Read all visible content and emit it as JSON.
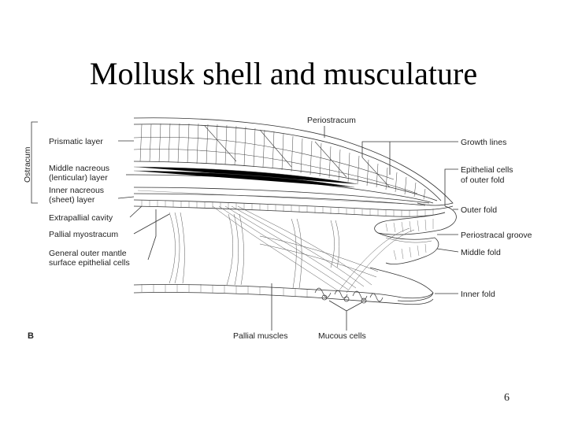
{
  "title": "Mollusk shell and musculature",
  "page_number": "6",
  "panel_letter": "B",
  "labels": {
    "ostracum": "Ostracum",
    "periostracum": "Periostracum",
    "prismatic_layer": "Prismatic layer",
    "middle_nacreous_1": "Middle nacreous",
    "middle_nacreous_2": "(lenticular) layer",
    "inner_nacreous_1": "Inner nacreous",
    "inner_nacreous_2": "(sheet) layer",
    "extrapallial_cavity": "Extrapallial cavity",
    "pallial_myostracum": "Pallial myostracum",
    "general_outer_mantle_1": "General outer mantle",
    "general_outer_mantle_2": "surface epithelial cells",
    "growth_lines": "Growth lines",
    "epithelial_cells_1": "Epithelial cells",
    "epithelial_cells_2": "of outer fold",
    "outer_fold": "Outer fold",
    "periostracal_groove": "Periostracal groove",
    "middle_fold": "Middle fold",
    "inner_fold": "Inner fold",
    "pallial_muscles": "Pallial muscles",
    "mucous_cells": "Mucous cells"
  }
}
